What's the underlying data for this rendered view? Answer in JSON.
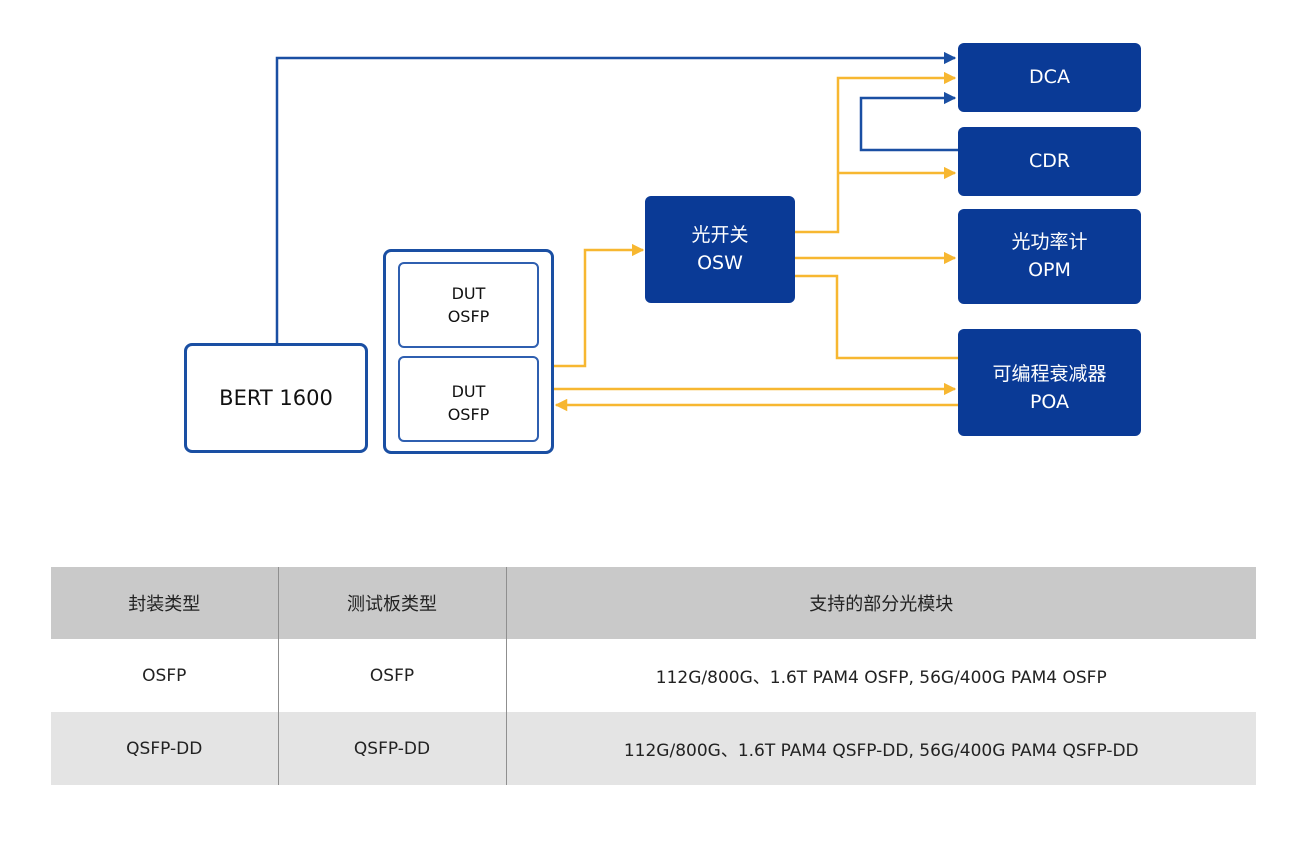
{
  "colors": {
    "blue_fill": "#0a3a96",
    "blue_line": "#1a4fa3",
    "orange_line": "#f7b731",
    "header_bg": "#c9c9c9",
    "alt_row_bg": "#e4e4e4"
  },
  "diagram": {
    "bert": "BERT 1600",
    "dut_top": {
      "line1": "DUT",
      "line2": "OSFP"
    },
    "dut_bottom": {
      "line1": "DUT",
      "line2": "OSFP"
    },
    "osw": {
      "line1": "光开关",
      "line2": "OSW"
    },
    "dca": "DCA",
    "cdr": "CDR",
    "opm": {
      "line1": "光功率计",
      "line2": "OPM"
    },
    "poa": {
      "line1": "可编程衰减器",
      "line2": "POA"
    }
  },
  "table": {
    "headers": [
      "封装类型",
      "测试板类型",
      "支持的部分光模块"
    ],
    "rows": [
      [
        "OSFP",
        "OSFP",
        "112G/800G、1.6T PAM4 OSFP, 56G/400G PAM4 OSFP"
      ],
      [
        "QSFP-DD",
        "QSFP-DD",
        "112G/800G、1.6T  PAM4 QSFP-DD, 56G/400G PAM4 QSFP-DD"
      ]
    ]
  }
}
